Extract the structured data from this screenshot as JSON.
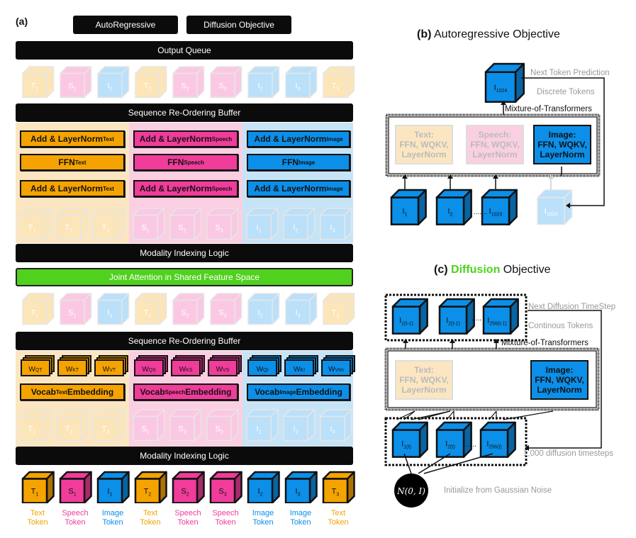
{
  "panel_a": {
    "label": "(a)",
    "legend": {
      "autoregressive": "AutoRegressive",
      "diffusion": "Diffusion Objective"
    },
    "output_queue": "Output Queue",
    "seq_buffer_top": "Sequence Re-Ordering Buffer",
    "modality_logic_top": "Modality Indexing Logic",
    "joint_attention": "Joint Attention in Shared Feature Space",
    "seq_buffer_bottom": "Sequence Re-Ordering Buffer",
    "modality_logic_bottom": "Modality Indexing Logic",
    "output_tokens": [
      "T1",
      "S1",
      "I1",
      "T2",
      "S2",
      "S3",
      "I2",
      "I3",
      "T3"
    ],
    "mid_tokens": [
      "T1",
      "S1",
      "I1",
      "T2",
      "S2",
      "S3",
      "I2",
      "I3",
      "T3"
    ],
    "text_col": {
      "add_norm_1": "Add & LayerNorm",
      "add_norm_1_sup": "Text",
      "ffn": "FFN",
      "ffn_sup": "Text",
      "add_norm_2": "Add & LayerNorm",
      "add_norm_2_sup": "Text",
      "tokens": [
        "T1",
        "T2",
        "T3"
      ],
      "qkv": [
        "WQT",
        "WKT",
        "WVT"
      ],
      "vocab": "Vocab",
      "vocab_sup": "Text",
      "vocab_tail": " Embedding"
    },
    "speech_col": {
      "add_norm_1": "Add & LayerNorm",
      "add_norm_1_sup": "Speech",
      "ffn": "FFN",
      "ffn_sup": "Speech",
      "add_norm_2": "Add & LayerNorm",
      "add_norm_2_sup": "Speech",
      "tokens": [
        "S1",
        "S2",
        "S3"
      ],
      "qkv": [
        "WQS",
        "WKS",
        "WVS"
      ],
      "vocab": "Vocab",
      "vocab_sup": "Speech",
      "vocab_tail": " Embedding"
    },
    "image_col": {
      "add_norm_1": "Add & LayerNorm",
      "add_norm_1_sup": "Image",
      "ffn": "FFN",
      "ffn_sup": "Image",
      "add_norm_2": "Add & LayerNorm",
      "add_norm_2_sup": "Image",
      "tokens": [
        "I1",
        "I2",
        "I3"
      ],
      "qkv": [
        "WQI",
        "WKI",
        "WVIm"
      ],
      "vocab": "Vocab",
      "vocab_sup": "Image",
      "vocab_tail": " Embedding"
    },
    "input_tokens": [
      {
        "label": "T1",
        "kind": "text",
        "name1": "Text",
        "name2": "Token"
      },
      {
        "label": "S1",
        "kind": "speech",
        "name1": "Speech",
        "name2": "Token"
      },
      {
        "label": "I1",
        "kind": "image",
        "name1": "Image",
        "name2": "Token"
      },
      {
        "label": "T2",
        "kind": "text",
        "name1": "Text",
        "name2": "Token"
      },
      {
        "label": "S2",
        "kind": "speech",
        "name1": "Speech",
        "name2": "Token"
      },
      {
        "label": "S3",
        "kind": "speech",
        "name1": "Speech",
        "name2": "Token"
      },
      {
        "label": "I2",
        "kind": "image",
        "name1": "Image",
        "name2": "Token"
      },
      {
        "label": "I3",
        "kind": "image",
        "name1": "Image",
        "name2": "Token"
      },
      {
        "label": "T3",
        "kind": "text",
        "name1": "Text",
        "name2": "Token"
      }
    ]
  },
  "panel_b": {
    "label": "(b)",
    "title": "Autoregressive Objective",
    "output_token": "I1024",
    "next_token": "Next Token Prediction",
    "discrete": "Discrete Tokens",
    "mot": "Mixture-of-Transformers",
    "text_card": "Text:\nFFN, WQKV,\nLayerNorm",
    "speech_card": "Speech:\nFFN, WQKV,\nLayerNorm",
    "image_card": "Image:\nFFN, WQKV,\nLayerNorm",
    "inputs": [
      "I1",
      "I2",
      "I1023",
      "I1024"
    ]
  },
  "panel_c": {
    "label": "(c)",
    "title_word": "Diffusion",
    "title_rest": " Objective",
    "outputs": [
      "I1(t-1)",
      "I2(t-1)",
      "I256(t-1)"
    ],
    "next_step": "Next Diffusion TimeStep",
    "continuous": "Continous Tokens",
    "mot": "Mixture-of-Transformers",
    "text_card": "Text:\nFFN, WQKV,\nLayerNorm",
    "image_card": "Image:\nFFN, WQKV,\nLayerNorm",
    "inputs": [
      "I1(t)",
      "I2(t)",
      "I256(t)"
    ],
    "timesteps": "1,000 diffusion timesteps",
    "noise": "N(0, I)",
    "noise_label": "Initialize from Gaussian Noise"
  },
  "colors": {
    "text": "#f5a300",
    "speech": "#f03c9a",
    "image": "#0b8fe8",
    "green": "#4fd11e"
  }
}
